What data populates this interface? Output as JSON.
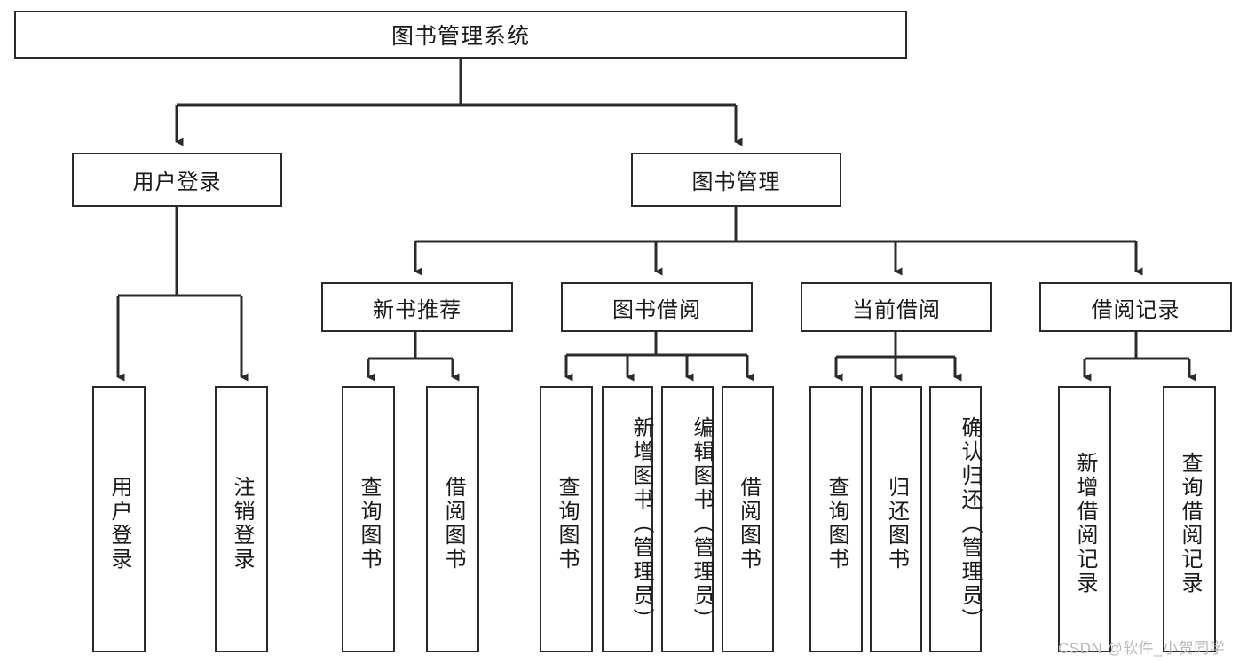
{
  "diagram": {
    "title": "图书管理系统",
    "type": "tree-hierarchy-diagram",
    "colors": {
      "box_border": "#2b2b2b",
      "box_fill": "#ffffff",
      "connector": "#2b2b2b",
      "background": "#ffffff",
      "watermark": "#b8b8b8"
    },
    "nodes": {
      "root": {
        "label": "图书管理系统"
      },
      "level2": [
        {
          "label": "用户登录"
        },
        {
          "label": "图书管理"
        }
      ],
      "level3": [
        {
          "label": "新书推荐"
        },
        {
          "label": "图书借阅"
        },
        {
          "label": "当前借阅"
        },
        {
          "label": "借阅记录"
        }
      ],
      "leaves": {
        "user_login": [
          {
            "label": "用户登录"
          },
          {
            "label": "注销登录"
          }
        ],
        "new_book_recommend": [
          {
            "label": "查询图书"
          },
          {
            "label": "借阅图书"
          }
        ],
        "book_borrow": [
          {
            "label": "查询图书"
          },
          {
            "label": "新增图书（管理员）"
          },
          {
            "label": "编辑图书（管理员）"
          },
          {
            "label": "借阅图书"
          }
        ],
        "current_borrow": [
          {
            "label": "查询图书"
          },
          {
            "label": "归还图书"
          },
          {
            "label": "确认归还（管理员）"
          }
        ],
        "borrow_record": [
          {
            "label": "新增借阅记录"
          },
          {
            "label": "查询借阅记录"
          }
        ]
      }
    },
    "watermark": "CSDN @软件_小贺同学"
  }
}
